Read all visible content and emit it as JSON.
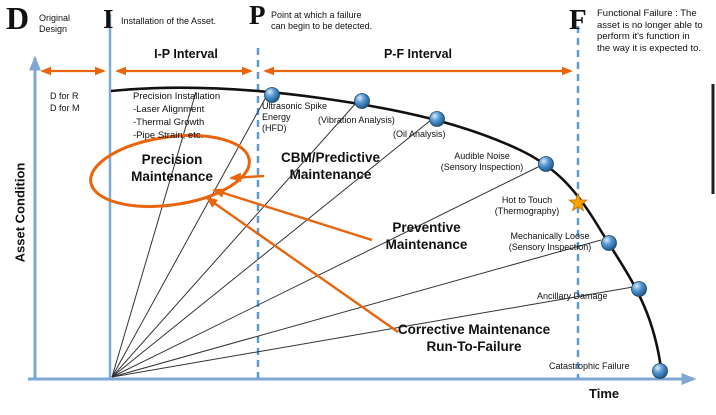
{
  "colors": {
    "axis_blue": "#7fa8d4",
    "dash_blue": "#5b9bd5",
    "orange": "#e8650d",
    "curve_black": "#111111",
    "globe_blue": "#2e6da4",
    "star_orange": "#f6a500"
  },
  "milestones": {
    "d": {
      "letter": "D",
      "note": "Original\nDesign"
    },
    "i": {
      "letter": "I",
      "note": "Installation of the Asset."
    },
    "p": {
      "letter": "P",
      "note": "Point at which a failure\ncan begin to be detected."
    },
    "f": {
      "letter": "F",
      "note": "Functional Failure : The\nasset is no longer able to\nperform it's function in\nthe way it is expected to."
    }
  },
  "intervals": {
    "ip": "I-P Interval",
    "pf": "P-F Interval"
  },
  "axes": {
    "y": "Asset Condition",
    "x": "Time"
  },
  "annotations": {
    "d_modes": "D for R\nD for M",
    "installation": "Precision Installation\n-Laser Alignment\n-Thermal Growth\n-Pipe Strain, etc."
  },
  "maintenance": {
    "precision": "Precision\nMaintenance",
    "cbm": "CBM/Predictive\nMaintenance",
    "preventive": "Preventive\nMaintenance",
    "corrective": "Corrective Maintenance\nRun-To-Failure"
  },
  "curve_points": [
    {
      "label": "Ultrasonic Spike\nEnergy\n(HFD)",
      "icon": "globe-icon"
    },
    {
      "label": "(Vibration Analysis)",
      "icon": "globe-icon"
    },
    {
      "label": "(Oil Analysis)",
      "icon": "globe-icon"
    },
    {
      "label": "Audible Noise\n(Sensory Inspection)",
      "icon": "globe-icon"
    },
    {
      "label": "Hot to Touch\n(Thermography)",
      "icon": "star-icon"
    },
    {
      "label": "Mechanically Loose\n(Sensory Inspection)",
      "icon": "globe-icon"
    },
    {
      "label": "Ancillary Damage",
      "icon": "globe-icon"
    },
    {
      "label": "Catastrophic Failure",
      "icon": "globe-icon"
    }
  ]
}
